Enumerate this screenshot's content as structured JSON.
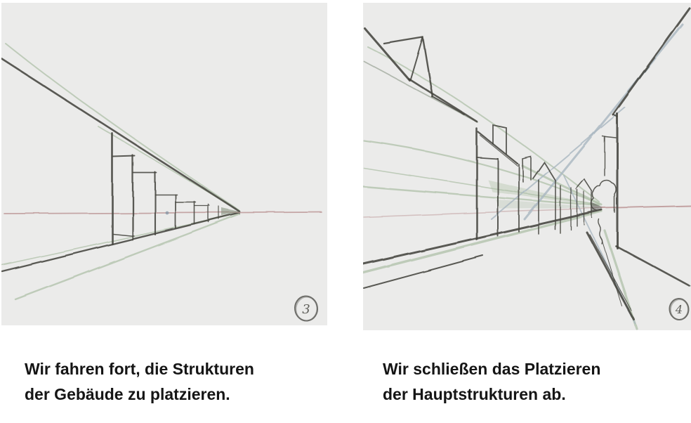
{
  "page": {
    "background": "#ffffff",
    "kind": "perspective drawing tutorial steps"
  },
  "panels": [
    {
      "id": "left",
      "step_number": "3",
      "caption_line1": "Wir fahren fort, die Strukturen",
      "caption_line2": "der Gebäude zu platzieren.",
      "description": "One-point perspective sketch: row of building facades on the left receding to a central vanishing point on a pink horizon line with green guide lines"
    },
    {
      "id": "right",
      "step_number": "4",
      "caption_line1": "Wir schließen das Platzieren",
      "caption_line2": "der Hauptstrukturen ab.",
      "description": "One-point perspective street sketch: gabled houses with chimneys on the left, tall building edge on the right, fan of green, pink and blue-gray guide lines converging at the vanishing point"
    }
  ],
  "palette": {
    "panel_background": "#ebebea",
    "charcoal_line": "#45453f",
    "guide_green": "#afc0a8",
    "horizon_pink": "#c09d9d",
    "guide_blue_gray": "#a9b7c0",
    "caption_text": "#151515"
  }
}
